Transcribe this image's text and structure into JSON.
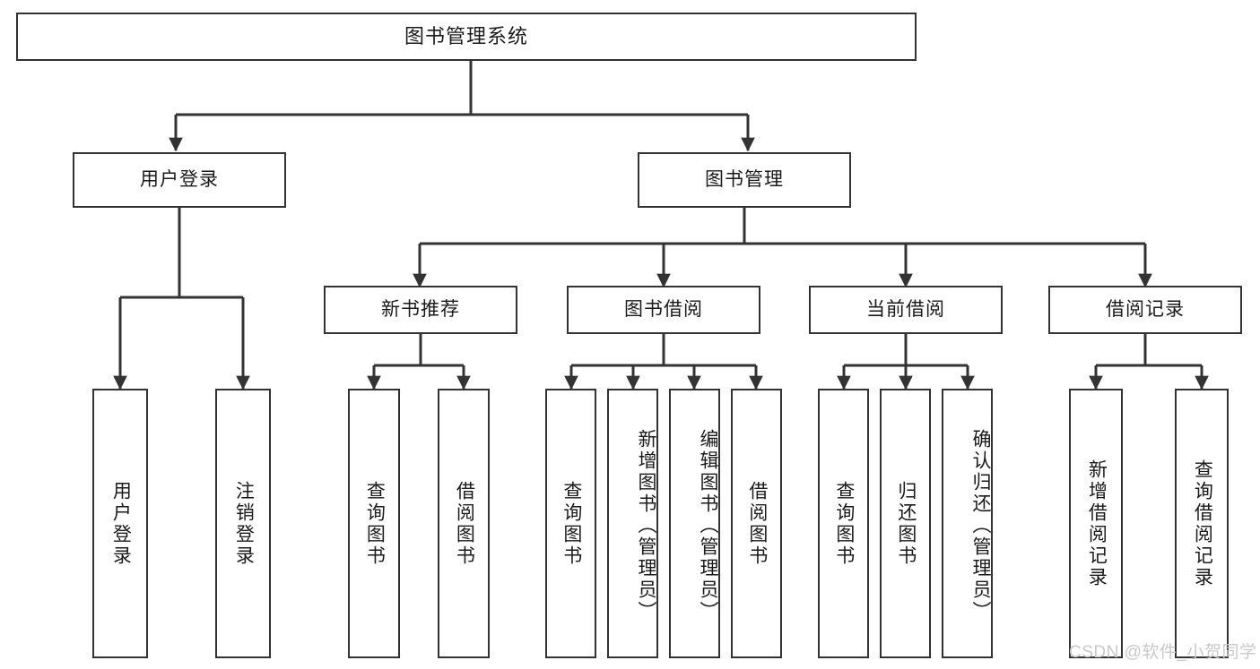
{
  "diagram": {
    "title": "图书管理系统",
    "type": "tree",
    "colors": {
      "stroke": "#333333",
      "box_fill": "#ffffff",
      "text": "#1a1a1a",
      "watermark": "#c9c9c9",
      "background": "#ffffff"
    },
    "root": {
      "label": "图书管理系统"
    },
    "level2": [
      {
        "label": "用户登录"
      },
      {
        "label": "图书管理"
      }
    ],
    "level3": [
      {
        "label": "新书推荐"
      },
      {
        "label": "图书借阅"
      },
      {
        "label": "当前借阅"
      },
      {
        "label": "借阅记录"
      }
    ],
    "leaves": {
      "user_login": [
        {
          "label": "用户登录"
        },
        {
          "label": "注销登录"
        }
      ],
      "new_book_recommend": [
        {
          "label": "查询图书"
        },
        {
          "label": "借阅图书"
        }
      ],
      "book_borrow": [
        {
          "label": "查询图书"
        },
        {
          "label": "新增图书（管理员）"
        },
        {
          "label": "编辑图书（管理员）"
        },
        {
          "label": "借阅图书"
        }
      ],
      "current_borrow": [
        {
          "label": "查询图书"
        },
        {
          "label": "归还图书"
        },
        {
          "label": "确认归还（管理员）"
        }
      ],
      "borrow_record": [
        {
          "label": "新增借阅记录"
        },
        {
          "label": "查询借阅记录"
        }
      ]
    }
  },
  "watermark": {
    "text": "CSDN @软件_小贺同学"
  }
}
